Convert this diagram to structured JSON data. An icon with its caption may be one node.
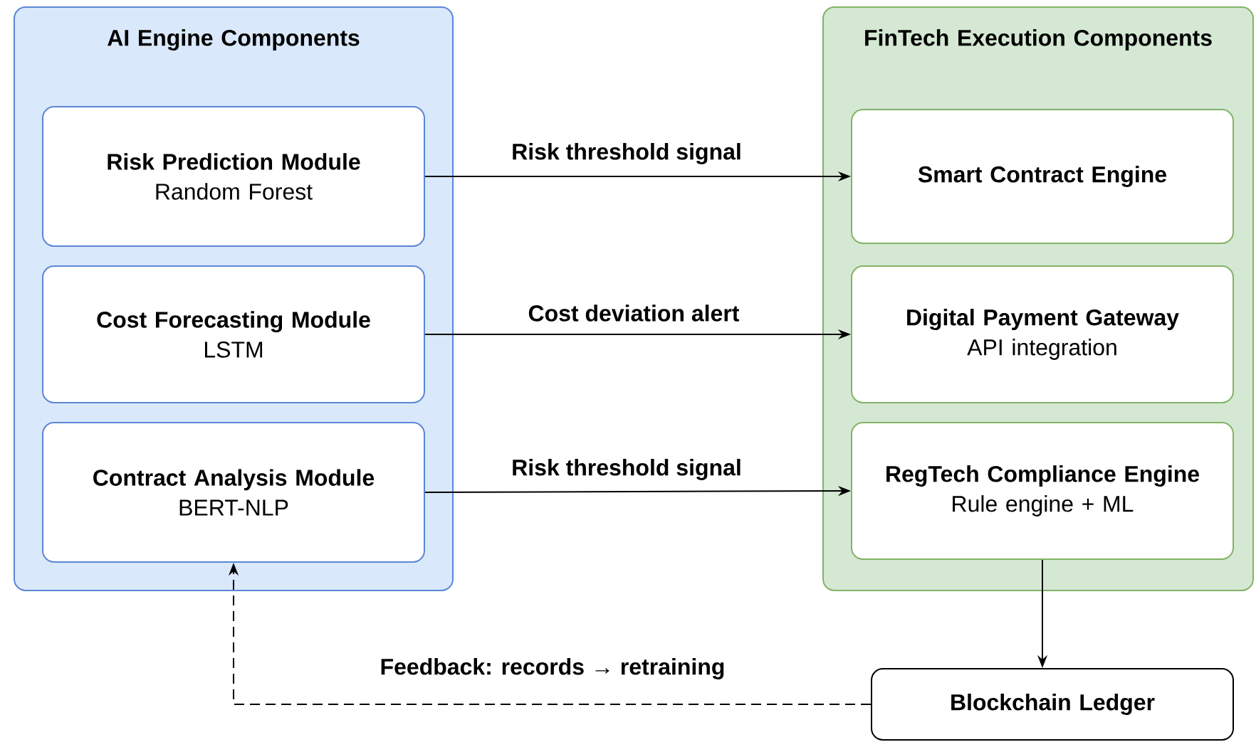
{
  "diagram": {
    "nodes": [
      {
        "text": [
          "AI Engine Components"
        ]
      },
      {
        "text": [
          "Risk Prediction Module",
          "Random Forest"
        ],
        "in": 0
      },
      {
        "text": [
          "Cost Forecasting Module",
          "LSTM"
        ],
        "in": 0
      },
      {
        "text": [
          "Contract Analysis Module",
          "BERT-NLP"
        ],
        "in": 0
      },
      {
        "text": [
          "FinTech Execution Components"
        ]
      },
      {
        "text": [
          "Smart Contract Engine"
        ],
        "in": 4
      },
      {
        "text": [
          "Digital Payment Gateway",
          "API integration"
        ],
        "in": 4
      },
      {
        "text": [
          "RegTech Compliance Engine",
          "Rule engine + ML"
        ],
        "in": 4
      },
      {
        "text": [
          "Blockchain Ledger"
        ]
      }
    ],
    "edges": [
      {
        "from": 1,
        "to": 5,
        "arrow": "to",
        "label": "Risk threshold signal"
      },
      {
        "from": 2,
        "to": 6,
        "arrow": "to",
        "label": "Cost deviation alert"
      },
      {
        "from": 3,
        "to": 7,
        "arrow": "to",
        "label": "Risk threshold signal"
      },
      {
        "from": 7,
        "to": 8,
        "arrow": "to"
      },
      {
        "from": 8,
        "to": 3,
        "arrow": "to",
        "label": "Feedback: records → retraining",
        "style": "dashed"
      }
    ]
  }
}
